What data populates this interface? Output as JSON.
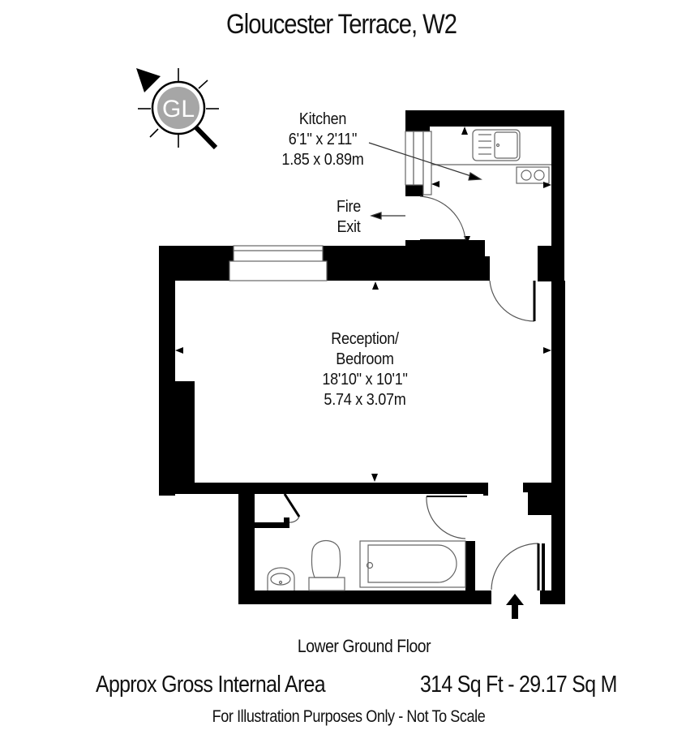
{
  "title": "Gloucester Terrace, W2",
  "compass": {
    "label": "GL",
    "icon": "compass-north-arrow-icon",
    "fill_color": "#a6a6a6"
  },
  "rooms": {
    "kitchen": {
      "name": "Kitchen",
      "dims_imperial": "6'1\" x 2'11\"",
      "dims_metric": "1.85 x 0.89m"
    },
    "fire_exit": {
      "line1": "Fire",
      "line2": "Exit"
    },
    "reception": {
      "name_line1": "Reception/",
      "name_line2": "Bedroom",
      "dims_imperial": "18'10\" x 10'1\"",
      "dims_metric": "5.74 x 3.07m"
    }
  },
  "fixtures": [
    "sink",
    "hob",
    "toilet",
    "wash-basin",
    "bath"
  ],
  "floor_name": "Lower Ground Floor",
  "area": {
    "label": "Approx Gross Internal Area",
    "value": "314 Sq Ft  -  29.17 Sq M"
  },
  "disclaimer": "For Illustration Purposes Only - Not To Scale",
  "colors": {
    "wall": "#000000",
    "line": "#555555",
    "background": "#ffffff"
  }
}
